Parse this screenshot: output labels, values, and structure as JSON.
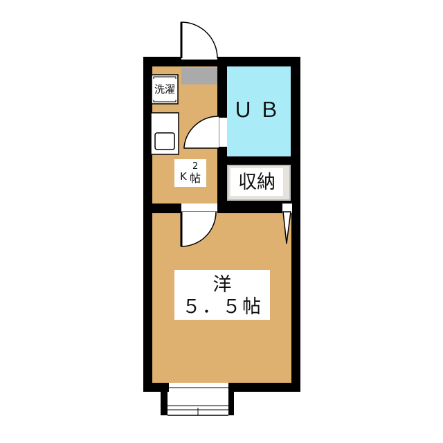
{
  "floorplan": {
    "rooms": {
      "bath": {
        "label": "ＵＢ",
        "color": "#a9ecf8"
      },
      "storage": {
        "label": "収納",
        "color": "#e6e2dc"
      },
      "washer": {
        "label": "洗濯"
      },
      "kitchen": {
        "label_k": "K",
        "label_size": "2",
        "label_unit": "帖",
        "color": "#dfb170"
      },
      "western_room": {
        "label_type": "洋",
        "label_size": "５．５帖",
        "color": "#dfb170"
      }
    },
    "wall_color": "#000000",
    "entry_color": "#aaaaaa"
  }
}
